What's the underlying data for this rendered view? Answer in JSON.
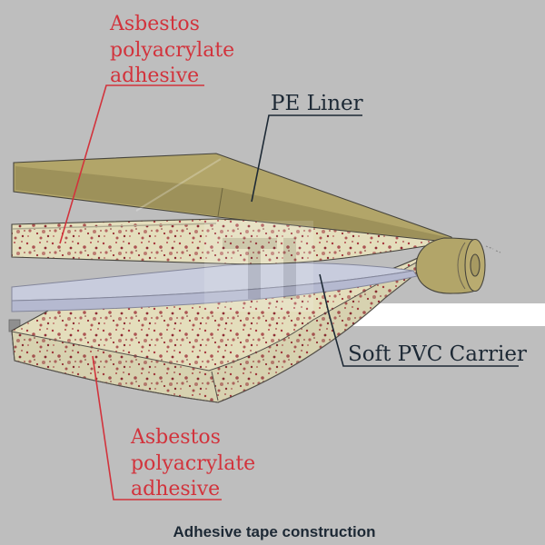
{
  "caption": "Adhesive tape construction",
  "labels": {
    "adhesive_top": {
      "line1": "Asbestos",
      "line2": "polyacrylate",
      "line3": "adhesive"
    },
    "pe_liner": "PE Liner",
    "pvc_carrier": "Soft PVC Carrier",
    "adhesive_bottom": {
      "line1": "Asbestos",
      "line2": "polyacrylate",
      "line3": "adhesive"
    }
  },
  "layers": [
    {
      "name": "PE Liner",
      "color": "#b2a569"
    },
    {
      "name": "Asbestos polyacrylate adhesive",
      "color": "#e4debc"
    },
    {
      "name": "Soft PVC Carrier",
      "color": "#c8ccdd"
    },
    {
      "name": "Asbestos polyacrylate adhesive",
      "color": "#e4debc"
    }
  ],
  "roll": {
    "name": "tape roll",
    "color": "#b2a569"
  },
  "colors": {
    "background": "#bebebe",
    "label_red": "#d2333c",
    "label_navy": "#1d2935",
    "outline": "#46443c",
    "white_band": "#ffffff",
    "speckle": "#a03a40",
    "pvc_front": "#b5b9d0"
  }
}
